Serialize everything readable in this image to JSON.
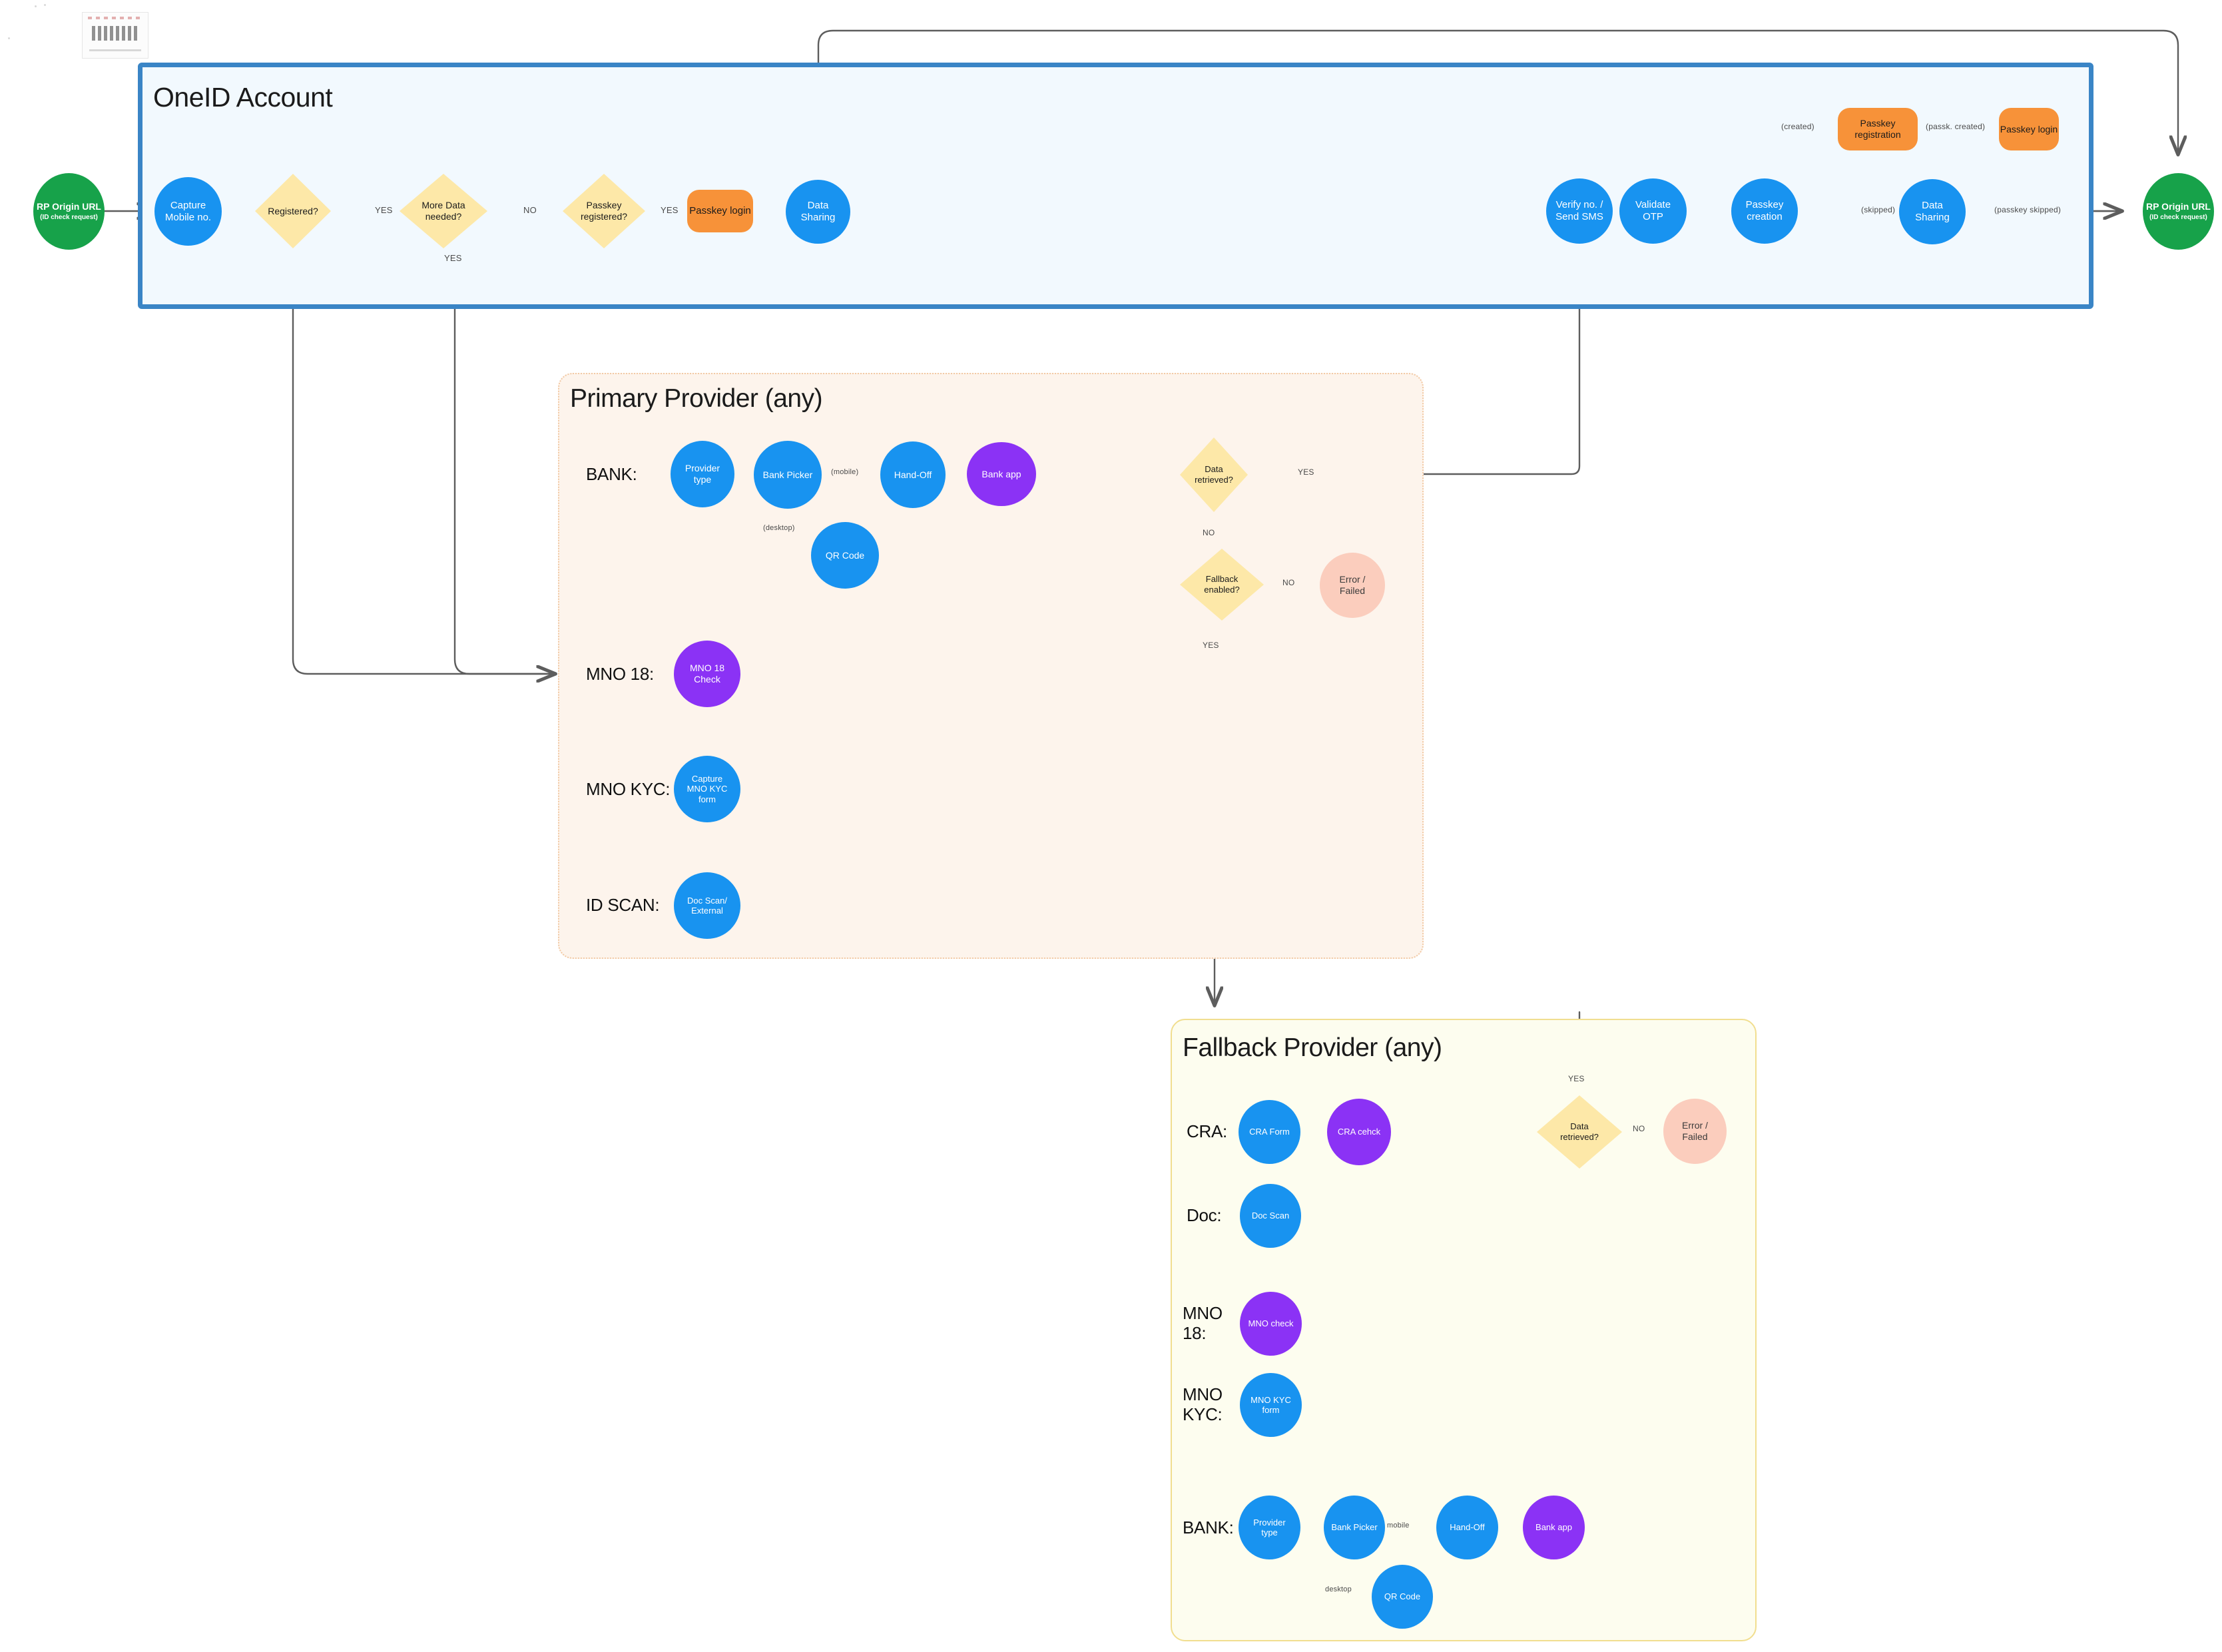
{
  "groups": {
    "oneid": {
      "title": "OneID Account"
    },
    "primary": {
      "title": "Primary Provider (any)"
    },
    "fallback": {
      "title": "Fallback Provider (any)"
    }
  },
  "entry": {
    "start": {
      "label": "RP Origin URL",
      "sublabel": "(ID check request)",
      "color": "#17a24a"
    },
    "end": {
      "label": "RP Origin URL",
      "sublabel": "(ID check request)",
      "color": "#17a24a"
    }
  },
  "oneid_nodes": [
    {
      "id": "capture-mobile",
      "label": "Capture\nMobile no.",
      "shape": "ellipse",
      "color": "#1893f0"
    },
    {
      "id": "registered",
      "label": "Registered?",
      "shape": "diamond",
      "color": "#fde8a8"
    },
    {
      "id": "more-data",
      "label": "More Data\nneeded?",
      "shape": "diamond",
      "color": "#fde8a8"
    },
    {
      "id": "passkey-reg-q",
      "label": "Passkey\nregistered?",
      "shape": "diamond",
      "color": "#fde8a8"
    },
    {
      "id": "passkey-login-1",
      "label": "Passkey login",
      "shape": "rrect",
      "color": "#f79239"
    },
    {
      "id": "data-sharing-1",
      "label": "Data\nSharing",
      "shape": "ellipse",
      "color": "#1893f0"
    },
    {
      "id": "verify-sms",
      "label": "Verify no. /\nSend SMS",
      "shape": "ellipse",
      "color": "#1893f0"
    },
    {
      "id": "validate-otp",
      "label": "Validate\nOTP",
      "shape": "ellipse",
      "color": "#1893f0"
    },
    {
      "id": "passkey-creation",
      "label": "Passkey\ncreation",
      "shape": "ellipse",
      "color": "#1893f0"
    },
    {
      "id": "passkey-registration",
      "label": "Passkey\nregistration",
      "shape": "rrect",
      "color": "#f79239"
    },
    {
      "id": "data-sharing-2",
      "label": "Data\nSharing",
      "shape": "ellipse",
      "color": "#1893f0"
    },
    {
      "id": "passkey-login-2",
      "label": "Passkey login",
      "shape": "rrect",
      "color": "#f79239"
    }
  ],
  "oneid_edge_labels": [
    {
      "id": "e-registered-yes",
      "text": "YES"
    },
    {
      "id": "e-moredata-no",
      "text": "NO"
    },
    {
      "id": "e-moredata-yes",
      "text": "YES"
    },
    {
      "id": "e-passkeyreg-yes",
      "text": "YES"
    },
    {
      "id": "e-created",
      "text": "(created)"
    },
    {
      "id": "e-skipped",
      "text": "(skipped)"
    },
    {
      "id": "e-passk-created",
      "text": "(passk. created)"
    },
    {
      "id": "e-passkey-skipped",
      "text": "(passkey skipped)"
    }
  ],
  "primary": {
    "rows": [
      {
        "id": "bank",
        "label": "BANK:"
      },
      {
        "id": "mno18",
        "label": "MNO 18:"
      },
      {
        "id": "mnokyc",
        "label": "MNO KYC:"
      },
      {
        "id": "idscan",
        "label": "ID SCAN:"
      }
    ],
    "nodes": [
      {
        "id": "p-provider-type",
        "label": "Provider\ntype",
        "shape": "ellipse",
        "color": "#1893f0"
      },
      {
        "id": "p-bank-picker",
        "label": "Bank Picker",
        "shape": "ellipse",
        "color": "#1893f0"
      },
      {
        "id": "p-hand-off",
        "label": "Hand-Off",
        "shape": "ellipse",
        "color": "#1893f0"
      },
      {
        "id": "p-bank-app",
        "label": "Bank app",
        "shape": "ellipse",
        "color": "#8b32f5"
      },
      {
        "id": "p-qr-code",
        "label": "QR Code",
        "shape": "ellipse",
        "color": "#1893f0"
      },
      {
        "id": "p-data-retrieved",
        "label": "Data\nretrieved?",
        "shape": "diamond",
        "color": "#fde8a8"
      },
      {
        "id": "p-fallback-enabled",
        "label": "Fallback\nenabled?",
        "shape": "diamond",
        "color": "#fde8a8"
      },
      {
        "id": "p-error",
        "label": "Error /\nFailed",
        "shape": "ellipse",
        "color": "#fbcdbd"
      },
      {
        "id": "p-mno18-check",
        "label": "MNO 18\nCheck",
        "shape": "ellipse",
        "color": "#8b32f5"
      },
      {
        "id": "p-capture-kyc",
        "label": "Capture\nMNO KYC\nform",
        "shape": "ellipse",
        "color": "#1893f0"
      },
      {
        "id": "p-doc-scan",
        "label": "Doc Scan/\nExternal",
        "shape": "ellipse",
        "color": "#1893f0"
      }
    ],
    "edge_labels": [
      {
        "id": "pe-mobile",
        "text": "(mobile)"
      },
      {
        "id": "pe-desktop",
        "text": "(desktop)"
      },
      {
        "id": "pe-dr-yes",
        "text": "YES"
      },
      {
        "id": "pe-dr-no",
        "text": "NO"
      },
      {
        "id": "pe-fb-no",
        "text": "NO"
      },
      {
        "id": "pe-fb-yes",
        "text": "YES"
      }
    ]
  },
  "fallback": {
    "rows": [
      {
        "id": "cra",
        "label": "CRA:"
      },
      {
        "id": "doc",
        "label": "Doc:"
      },
      {
        "id": "mno18",
        "label": "MNO\n18:"
      },
      {
        "id": "mnokyc",
        "label": "MNO\nKYC:"
      },
      {
        "id": "bank",
        "label": "BANK:"
      }
    ],
    "nodes": [
      {
        "id": "f-cra-form",
        "label": "CRA Form",
        "shape": "ellipse",
        "color": "#1893f0"
      },
      {
        "id": "f-cra-check",
        "label": "CRA cehck",
        "shape": "ellipse",
        "color": "#8b32f5"
      },
      {
        "id": "f-doc-scan",
        "label": "Doc Scan",
        "shape": "ellipse",
        "color": "#1893f0"
      },
      {
        "id": "f-mno-check",
        "label": "MNO check",
        "shape": "ellipse",
        "color": "#8b32f5"
      },
      {
        "id": "f-mno-kyc-form",
        "label": "MNO KYC\nform",
        "shape": "ellipse",
        "color": "#1893f0"
      },
      {
        "id": "f-provider-type",
        "label": "Provider\ntype",
        "shape": "ellipse",
        "color": "#1893f0"
      },
      {
        "id": "f-bank-picker",
        "label": "Bank Picker",
        "shape": "ellipse",
        "color": "#1893f0"
      },
      {
        "id": "f-hand-off",
        "label": "Hand-Off",
        "shape": "ellipse",
        "color": "#1893f0"
      },
      {
        "id": "f-bank-app",
        "label": "Bank app",
        "shape": "ellipse",
        "color": "#8b32f5"
      },
      {
        "id": "f-qr-code",
        "label": "QR Code",
        "shape": "ellipse",
        "color": "#1893f0"
      },
      {
        "id": "f-data-retrieved",
        "label": "Data\nretrieved?",
        "shape": "diamond",
        "color": "#fde8a8"
      },
      {
        "id": "f-error",
        "label": "Error /\nFailed",
        "shape": "ellipse",
        "color": "#fbcdbd"
      }
    ],
    "edge_labels": [
      {
        "id": "fe-mobile",
        "text": "mobile"
      },
      {
        "id": "fe-desktop",
        "text": "desktop"
      },
      {
        "id": "fe-dr-yes",
        "text": "YES"
      },
      {
        "id": "fe-dr-no",
        "text": "NO"
      }
    ]
  },
  "colors": {
    "oneid_border": "#3a85c6",
    "oneid_fill": "#f2f9fe",
    "primary_fill": "#fdf4ec",
    "fallback_fill": "#fdfdef",
    "blue": "#1893f0",
    "green": "#17a24a",
    "purple": "#8b32f5",
    "orange": "#f79239",
    "yellow": "#fde8a8",
    "pink": "#fbcdbd",
    "wire": "#5d5d5d"
  }
}
